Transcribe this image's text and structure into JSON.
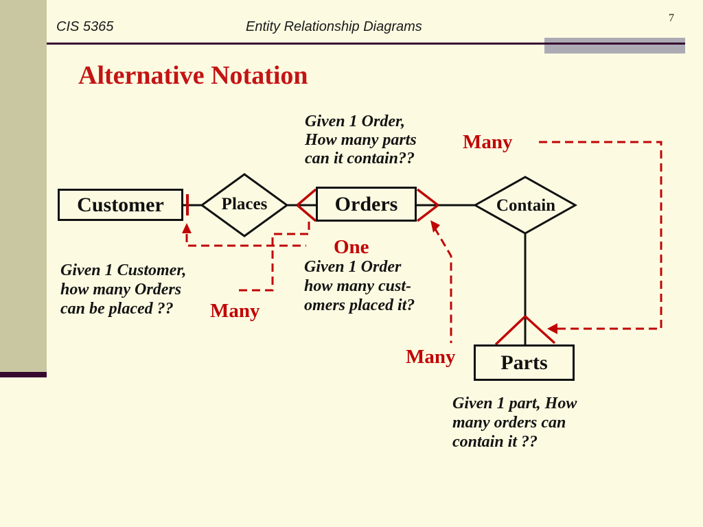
{
  "colors": {
    "background": "#fcfbe2",
    "sidebar_olive": "#c9c7a1",
    "rule_dark_maroon": "#38092f",
    "gray_box": "#acabb4",
    "title_red": "#c41414",
    "diagram_red": "#c00505",
    "text_black": "#141414"
  },
  "header": {
    "course": "CIS 5365",
    "subject": "Entity Relationship Diagrams",
    "page_number": "7"
  },
  "title": "Alternative Notation",
  "diagram": {
    "entities": [
      {
        "label": "Customer"
      },
      {
        "label": "Orders"
      },
      {
        "label": "Parts"
      }
    ],
    "relationships": [
      {
        "label": "Places"
      },
      {
        "label": "Contain"
      }
    ],
    "cardinality_labels": {
      "many_top": "Many",
      "one": "One",
      "many_left": "Many",
      "many_mid": "Many"
    },
    "questions": {
      "order_parts": "Given 1 Order,\nHow many parts\ncan it contain??",
      "customer_orders": "Given 1 Customer,\nhow many Orders\ncan be placed ??",
      "order_customers": "Given 1 Order\nhow many cust-\nomers placed it?",
      "part_orders": "Given 1 part, How\nmany orders can\ncontain it ??"
    }
  }
}
